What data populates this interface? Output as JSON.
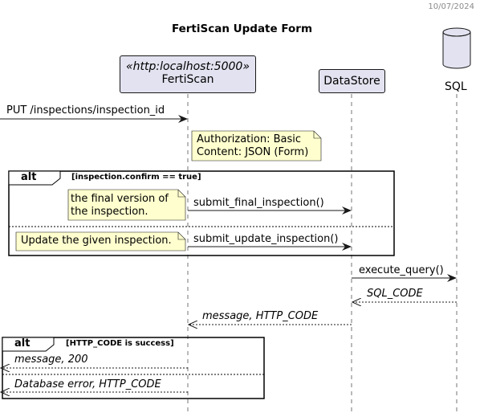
{
  "header": {
    "date": "10/07/2024",
    "title": "FertiScan Update Form"
  },
  "participants": {
    "fertiscan": {
      "stereotype": "«http:localhost:5000»",
      "name": "FertiScan"
    },
    "datastore": {
      "name": "DataStore"
    },
    "sql": {
      "name": "SQL"
    }
  },
  "messages": {
    "put_request": "PUT /inspections/inspection_id",
    "submit_final": "submit_final_inspection()",
    "submit_update": "submit_update_inspection()",
    "execute_query": "execute_query()",
    "sql_code": "SQL_CODE",
    "message_http": "message, HTTP_CODE",
    "message_200": "message, 200",
    "db_error": "Database error, HTTP_CODE"
  },
  "notes": {
    "auth_line1": "Authorization: Basic",
    "auth_line2": "Content: JSON (Form)",
    "final_line1": "the final version of",
    "final_line2": "the inspection.",
    "update": "Update the given inspection."
  },
  "fragments": {
    "alt1": {
      "keyword": "alt",
      "guard": "[inspection.confirm == true]"
    },
    "alt2": {
      "keyword": "alt",
      "guard": "[HTTP_CODE is success]"
    }
  },
  "colors": {
    "participant_fill": "#e2e2f0",
    "note_fill": "#fefece",
    "line": "#181818"
  }
}
